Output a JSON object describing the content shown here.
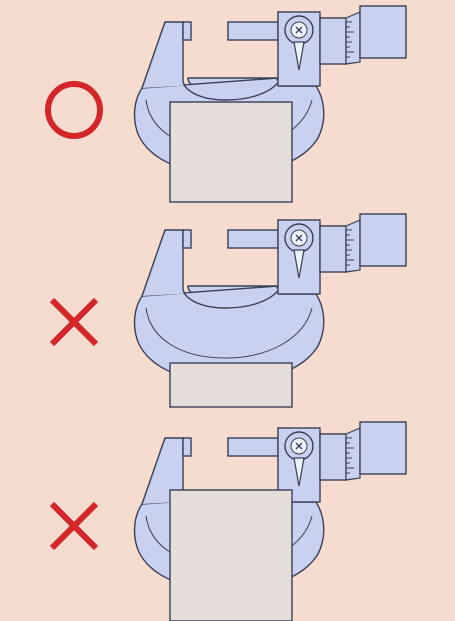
{
  "colors": {
    "background": "#f6dccf",
    "frame_fill": "#c8d2f0",
    "frame_inner": "#bcc7eb",
    "outline": "#3a3f55",
    "workpiece_fill": "#e4ddda",
    "mark_red": "#d3262b"
  },
  "panels": [
    {
      "id": "correct",
      "verdict": "correct",
      "mark_icon": "circle-o-icon",
      "workpiece_position": "held-in-frame-neck"
    },
    {
      "id": "wrong-1",
      "verdict": "incorrect",
      "mark_icon": "cross-x-icon",
      "workpiece_position": "low-at-frame-bottom"
    },
    {
      "id": "wrong-2",
      "verdict": "incorrect",
      "mark_icon": "cross-x-icon",
      "workpiece_position": "pressed-against-frame-bottom"
    }
  ]
}
